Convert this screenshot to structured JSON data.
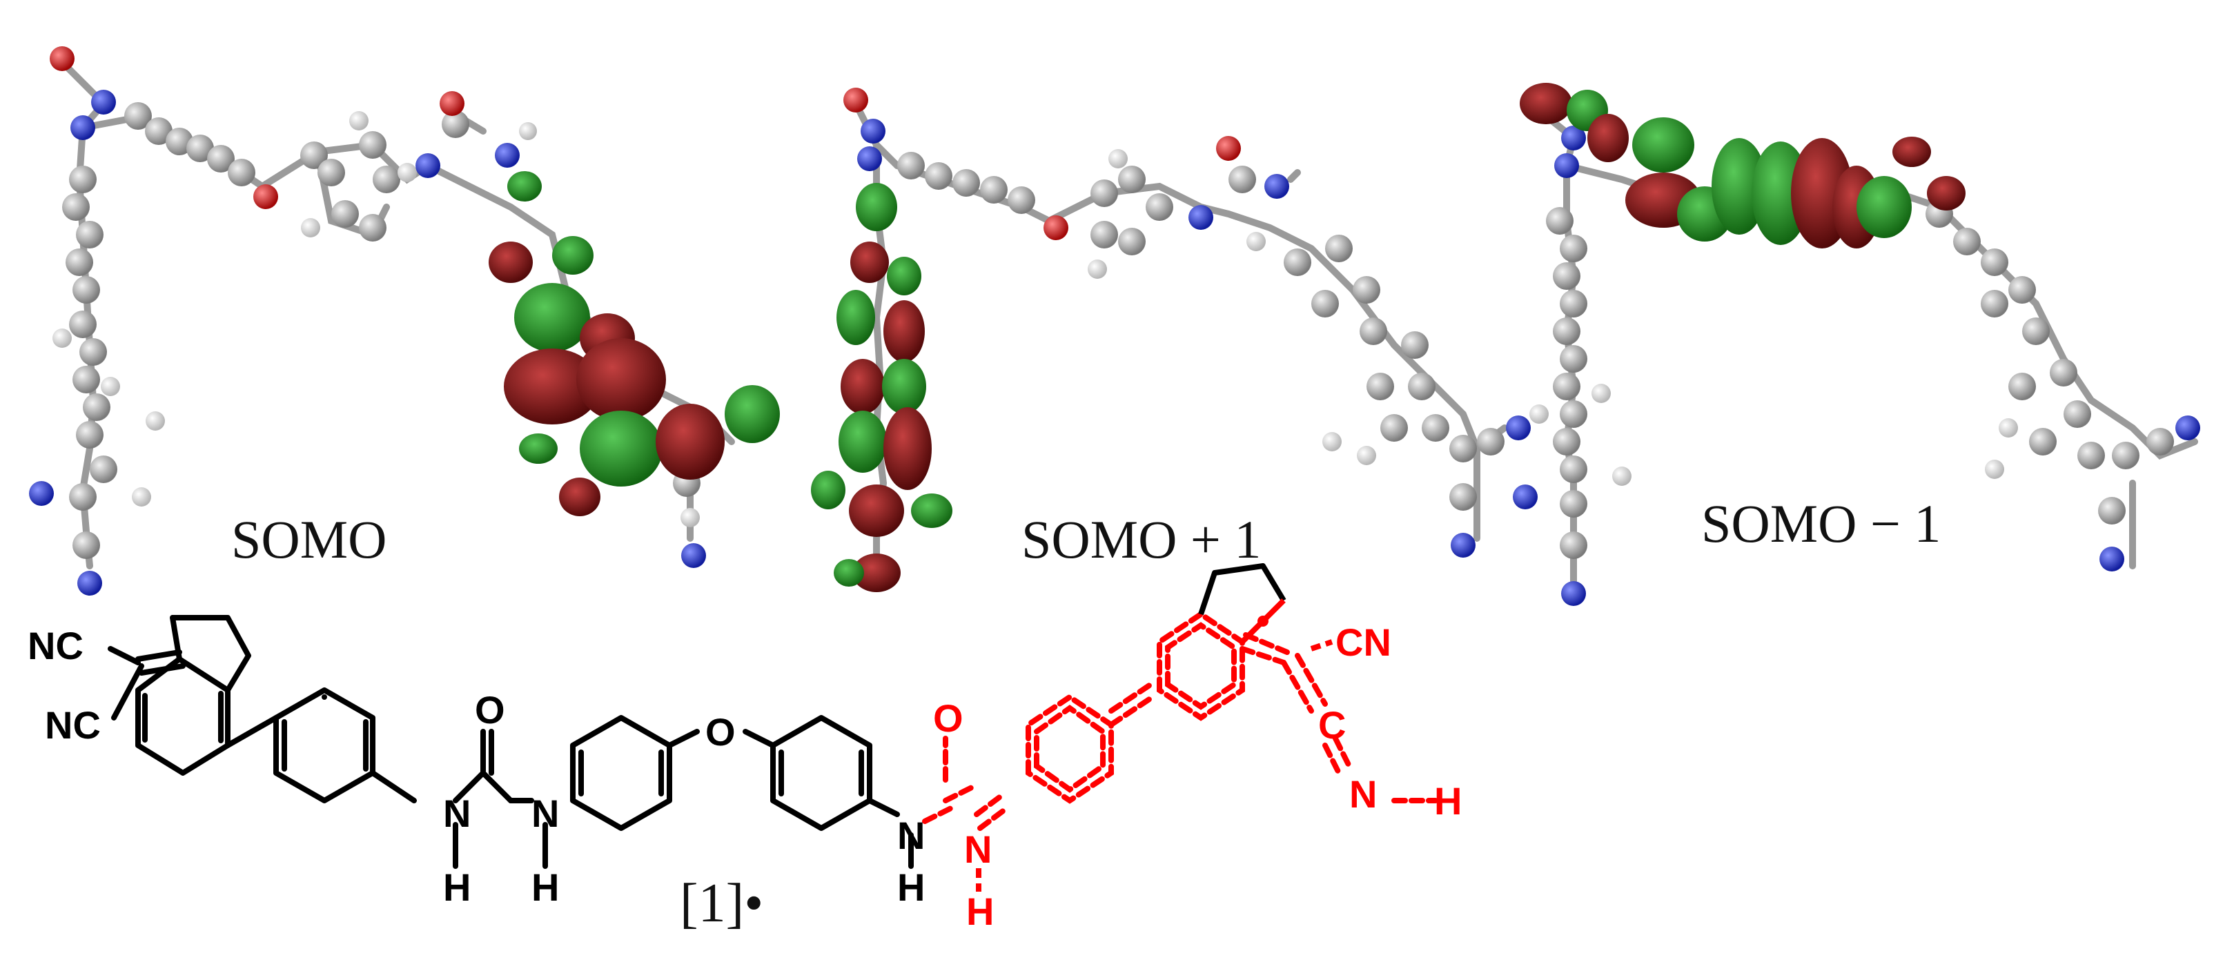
{
  "orbitals": {
    "somo": "SOMO",
    "somo_plus_1": "SOMO + 1",
    "somo_minus_1": "SOMO − 1"
  },
  "structure": {
    "compound_label": "[1]•",
    "nc_top": "NC",
    "nc_bottom": "NC",
    "cn": "CN",
    "carbon": "C",
    "n_h": "N",
    "h_terminal": "H",
    "oxygen_ether": "O",
    "urea_o_left": "O",
    "urea_o_right": "O",
    "nh_n": "N",
    "nh_h": "H"
  },
  "colors": {
    "orbital_green": "#1a8a1a",
    "orbital_red": "#7a0c0c",
    "atom_carbon": "#8c8c8c",
    "atom_hydrogen": "#e6e6e6",
    "atom_nitrogen": "#1b2fd6",
    "atom_oxygen": "#d01010",
    "highlight_red": "#ff0000",
    "bond_black": "#000000"
  }
}
